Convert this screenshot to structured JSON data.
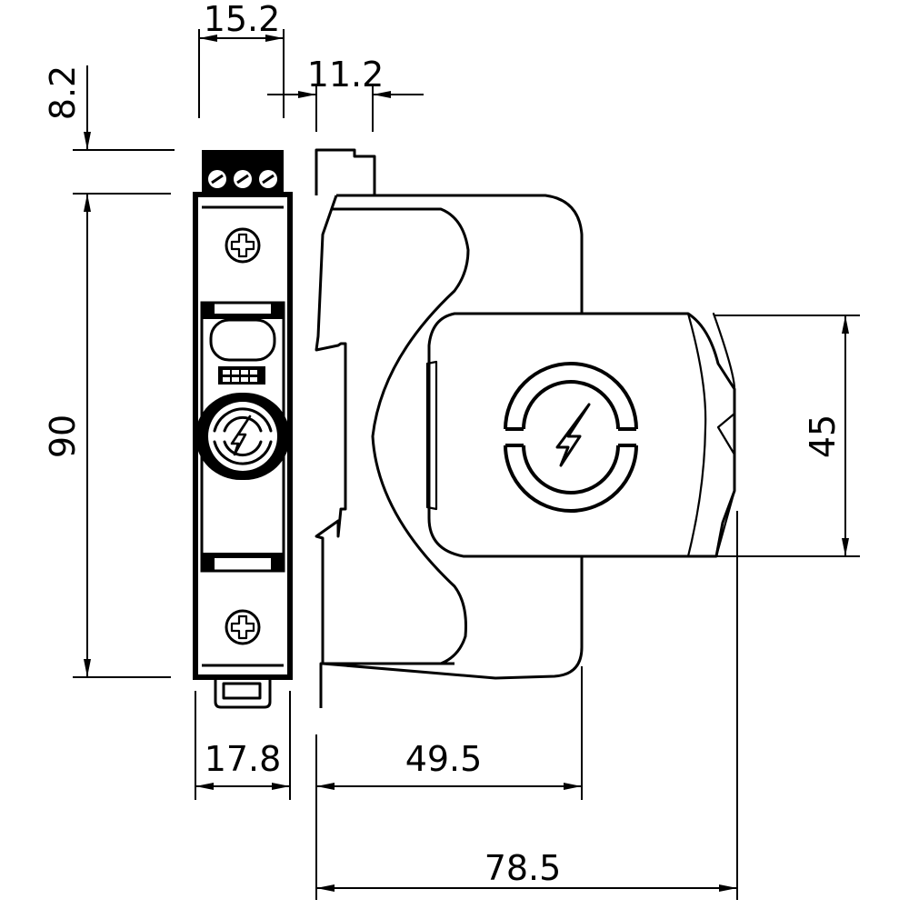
{
  "dimensions": {
    "top_width": "15.2",
    "rail_offset": "11.2",
    "terminal_height": "8.2",
    "body_height": "90",
    "module_width": "17.8",
    "mount_depth": "49.5",
    "total_depth": "78.5",
    "cartridge_height": "45"
  },
  "icons": {
    "front": "surge-lightning-icon",
    "side": "surge-lightning-icon"
  }
}
